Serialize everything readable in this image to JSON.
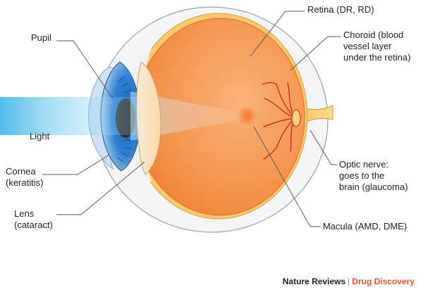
{
  "labels": {
    "pupil": "Pupil",
    "light": "Light",
    "cornea": [
      "Cornea",
      "(keratitis)"
    ],
    "lens": [
      "Lens",
      "(cataract)"
    ],
    "retina": "Retina (DR, RD)",
    "choroid": [
      "Choroid (blood",
      "vessel layer",
      "under the retina)"
    ],
    "optic_nerve": [
      "Optic nerve:",
      "goes to the",
      "brain (glaucoma)"
    ],
    "macula": "Macula (AMD, DME)"
  },
  "credit": {
    "publisher": "Nature Reviews",
    "separator": "|",
    "journal": "Drug Discovery"
  },
  "colors": {
    "sclera_outline": "#9aa3a8",
    "retina_orange": "#f08a3c",
    "iris_blue": "#2f7fd1",
    "light_beam": "#3fb6e6",
    "credit_accent": "#e2551d"
  }
}
